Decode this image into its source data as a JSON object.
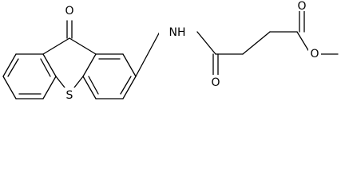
{
  "molecule": {
    "atoms": {
      "ketone_oxygen": "O",
      "sulfur": "S",
      "amide_nitrogen": "NH",
      "amide_oxygen": "O",
      "ester_carbonyl_oxygen": "O",
      "ester_oxygen": "O"
    }
  },
  "colors": {
    "bond": "#000000",
    "label": "#000000",
    "background": "#ffffff"
  }
}
